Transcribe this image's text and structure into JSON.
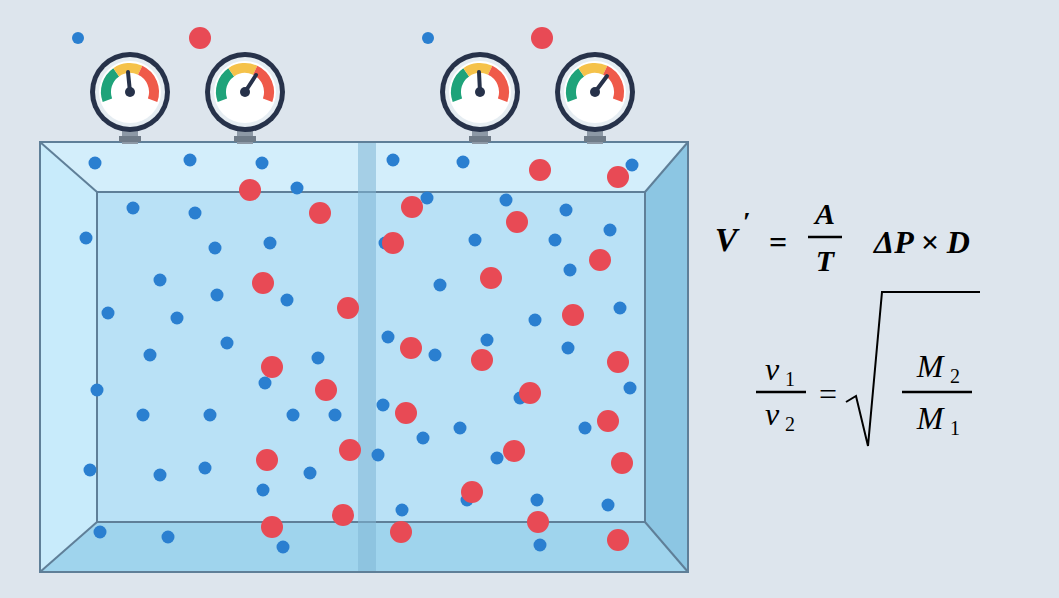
{
  "diagram": {
    "labels": [
      "V",
      "′",
      "=",
      "A",
      "T",
      "ΔP × D",
      "v",
      "1",
      "v",
      "2",
      "=",
      "M",
      "2",
      "M",
      "1"
    ]
  }
}
